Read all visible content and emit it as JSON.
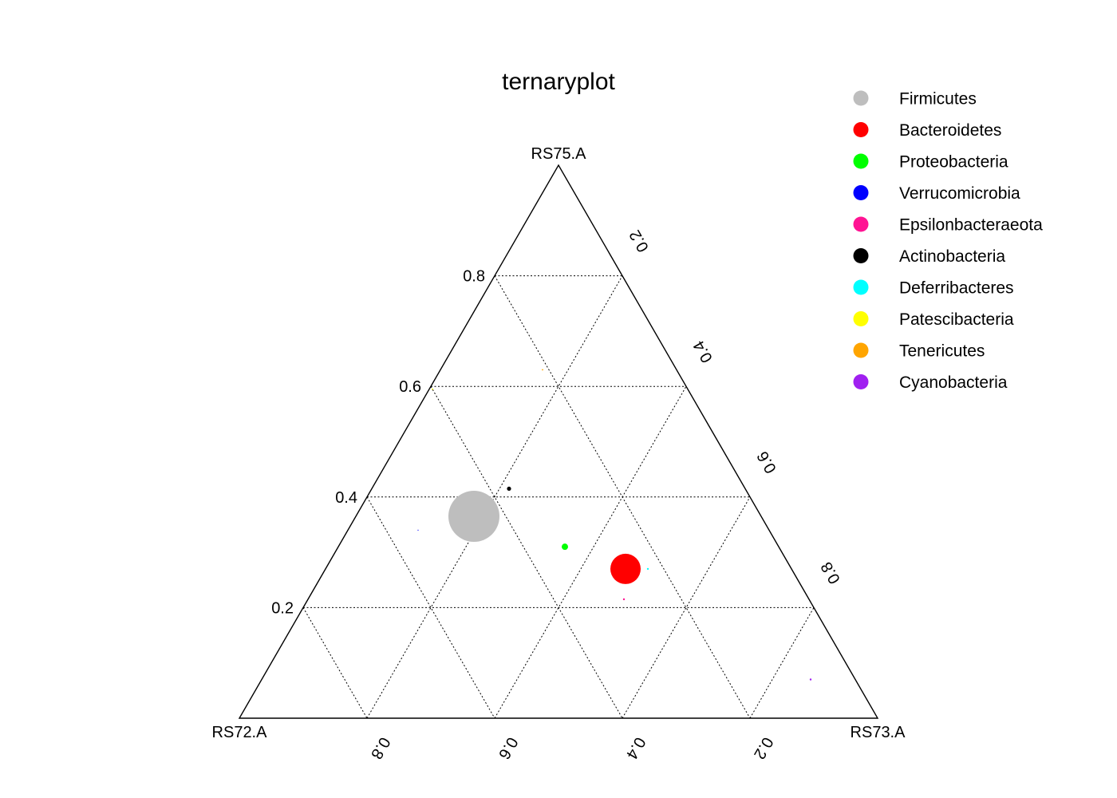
{
  "chart_data": {
    "type": "scatter",
    "subtype": "ternary",
    "title": "ternaryplot",
    "vertices": {
      "top": "RS75.A",
      "left": "RS72.A",
      "right": "RS73.A"
    },
    "ticks": {
      "left_axis": [
        "0.2",
        "0.4",
        "0.6",
        "0.8"
      ],
      "right_axis": [
        "0.2",
        "0.4",
        "0.6",
        "0.8"
      ],
      "bottom_axis": [
        "0.2",
        "0.4",
        "0.6",
        "0.8"
      ]
    },
    "grid": true,
    "legend_position": "top-right",
    "series": [
      {
        "name": "Firmicutes",
        "color": "#BEBEBE",
        "RS72.A": 0.45,
        "RS75.A": 0.365,
        "RS73.A": 0.185,
        "size": 32
      },
      {
        "name": "Bacteroidetes",
        "color": "#FF0000",
        "RS72.A": 0.26,
        "RS75.A": 0.27,
        "RS73.A": 0.47,
        "size": 19
      },
      {
        "name": "Proteobacteria",
        "color": "#00FF00",
        "RS72.A": 0.335,
        "RS75.A": 0.31,
        "RS73.A": 0.355,
        "size": 4
      },
      {
        "name": "Verrucomicrobia",
        "color": "#0000FF",
        "RS72.A": 0.55,
        "RS75.A": 0.34,
        "RS73.A": 0.11,
        "size": 0.6
      },
      {
        "name": "Epsilonbacteraeota",
        "color": "#FF1493",
        "RS72.A": 0.29,
        "RS75.A": 0.215,
        "RS73.A": 0.495,
        "size": 1.2
      },
      {
        "name": "Actinobacteria",
        "color": "#000000",
        "RS72.A": 0.37,
        "RS75.A": 0.415,
        "RS73.A": 0.215,
        "size": 2.6
      },
      {
        "name": "Deferribacteres",
        "color": "#00FFFF",
        "RS72.A": 0.225,
        "RS75.A": 0.27,
        "RS73.A": 0.505,
        "size": 1.2
      },
      {
        "name": "Patescibacteria",
        "color": "#FFFF00",
        "RS72.A": 0.4,
        "RS75.A": 0.595,
        "RS73.A": 0.005,
        "size": 0.9
      },
      {
        "name": "Tenericutes",
        "color": "#FFA500",
        "RS72.A": 0.21,
        "RS75.A": 0.63,
        "RS73.A": 0.16,
        "size": 0.9
      },
      {
        "name": "Cyanobacteria",
        "color": "#A020F0",
        "RS72.A": 0.07,
        "RS75.A": 0.07,
        "RS73.A": 0.86,
        "size": 1.2
      }
    ]
  }
}
